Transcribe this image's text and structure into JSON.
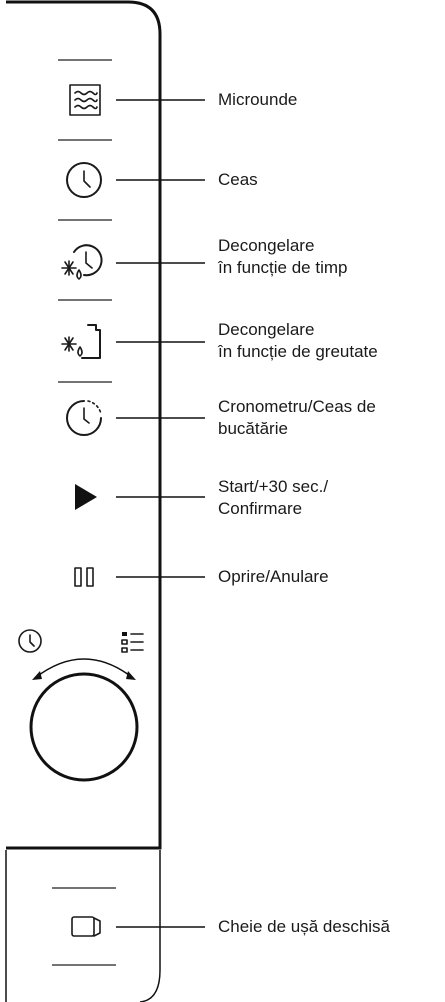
{
  "controls": [
    {
      "id": "microwave",
      "icon": "microwave-waves-icon",
      "label": [
        "Microunde"
      ]
    },
    {
      "id": "clock",
      "icon": "clock-icon",
      "label": [
        "Ceas"
      ]
    },
    {
      "id": "defrost-time",
      "icon": "defrost-time-icon",
      "label": [
        "Decongelare",
        "în funcție de timp"
      ]
    },
    {
      "id": "defrost-weight",
      "icon": "defrost-weight-icon",
      "label": [
        "Decongelare",
        "în funcție de greutate"
      ]
    },
    {
      "id": "timer",
      "icon": "kitchen-timer-icon",
      "label": [
        "Cronometru/Ceas de",
        "bucătărie"
      ]
    },
    {
      "id": "start",
      "icon": "play-icon",
      "label": [
        "Start/+30 sec./",
        "Confirmare"
      ]
    },
    {
      "id": "stop",
      "icon": "pause-icon",
      "label": [
        "Oprire/Anulare"
      ]
    }
  ],
  "knob": {
    "left_icon": "clock-icon",
    "right_icon": "menu-list-icon"
  },
  "door": {
    "icon": "door-open-icon",
    "label": [
      "Cheie de ușă deschisă"
    ]
  }
}
